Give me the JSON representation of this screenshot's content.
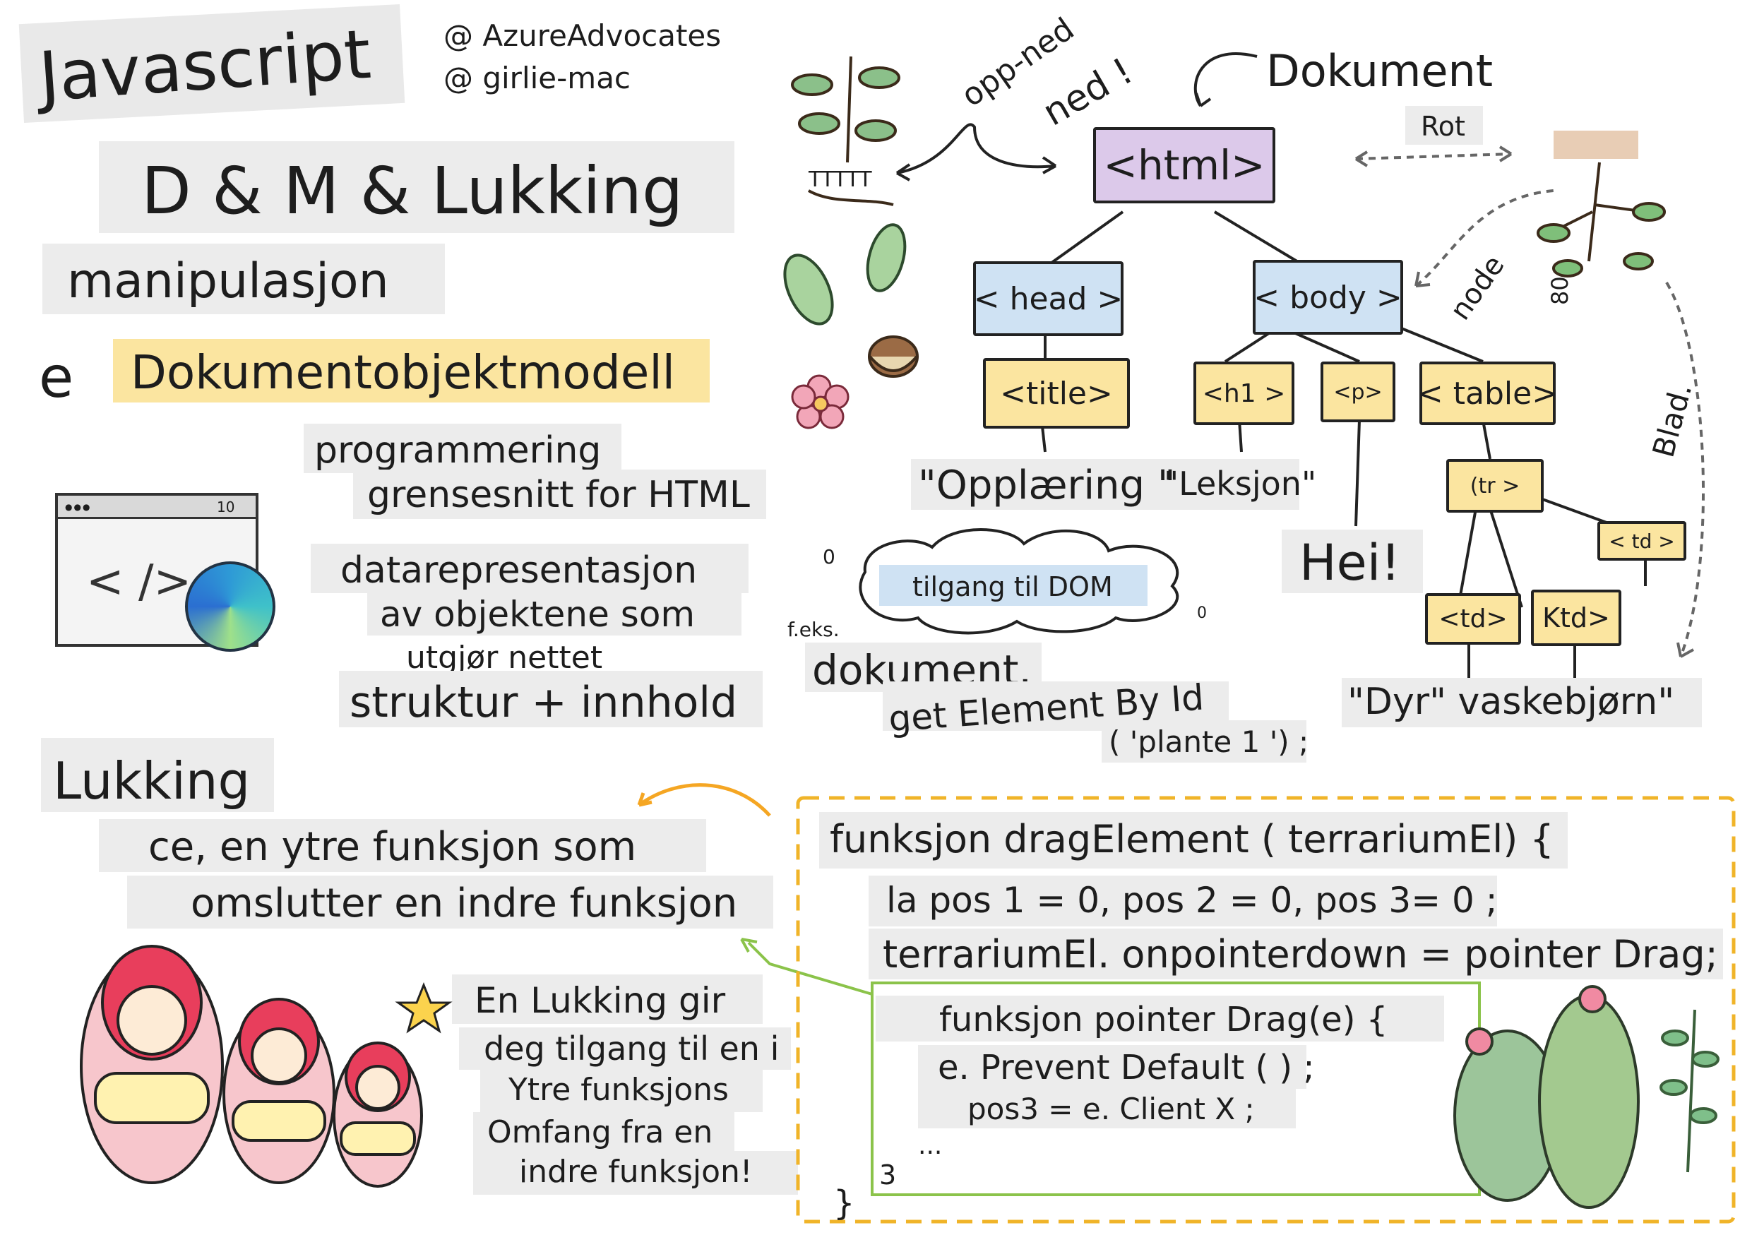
{
  "title": {
    "line1": "Javascript",
    "line2": "D & M & Lukking",
    "line3": "manipulasjon",
    "line4_prefix": "e",
    "line4": "Dokumentobjektmodell"
  },
  "credits": [
    "@ AzureAdvocates",
    "@ girlie-mac"
  ],
  "dom_definition": {
    "api_line1": "programmering",
    "api_line2": "grensesnitt for HTML",
    "data_line1": "datarepresentasjon",
    "data_line2": "av objektene som",
    "data_line3": "utgjør nettet",
    "data_line4": "struktur + innhold"
  },
  "browser": {
    "counter": "10"
  },
  "tree": {
    "document": "Dokument",
    "html": "<html>",
    "head": "< head >",
    "body": "< body >",
    "title_tag": "<title>",
    "h1": "<h1 >",
    "p": "<p>",
    "table": "< table>",
    "tr": "(tr >",
    "td1": "<td>",
    "td2": "Ktd>",
    "td3": "< td >",
    "title_text": "\"Opplæring \"",
    "h1_text": "\"Leksjon\"",
    "p_text": "Hei!",
    "td_text": "\"Dyr\" vaskebjørn\"",
    "updown": "opp-ned",
    "down": "ned !",
    "root_label": "Rot",
    "node_label": "node",
    "leaf_label": "Blad.",
    "plant_label": "TTTTT",
    "root_number": "80"
  },
  "access": {
    "cloud_label": "tilgang til DOM",
    "example_prefix": "f.eks.",
    "note_left": "0",
    "note_right": "0",
    "code_line1": "dokument.",
    "code_line2": "get Element By Id",
    "code_line3": "( 'plante 1 ') ;"
  },
  "closure": {
    "heading": "Lukking",
    "def_line1": "ce, en ytre funksjon som",
    "def_line2": "omslutter en indre funksjon",
    "desc_line1": "En Lukking gir",
    "desc_line2": "deg tilgang til en i",
    "desc_line3": "Ytre funksjons",
    "desc_line4": "Omfang fra en",
    "desc_line5": "indre funksjon!"
  },
  "code": {
    "line1": "funksjon dragElement ( terrariumEl) {",
    "line2": "la pos 1 = 0, pos 2 = 0, pos 3= 0 ;",
    "line3": "terrariumEl. onpointerdown = pointer Drag;",
    "inner1": "funksjon pointer Drag(e) {",
    "inner2": "e. Prevent Default ( ) ;",
    "inner3": "pos3 = e. Client X ;",
    "inner4": "...",
    "inner_close": "3",
    "outer_close": "}"
  },
  "colors": {
    "blue": "#cfe2f3",
    "yellow": "#fbe5a0",
    "purple": "#dcc9ea",
    "dashed_border": "#f0b429",
    "inner_border": "#8bc34a",
    "arrow_orange": "#f5a623"
  }
}
